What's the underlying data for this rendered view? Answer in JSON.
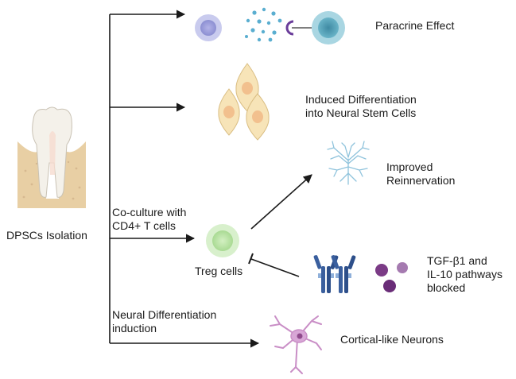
{
  "labels": {
    "dpscs_isolation": "DPSCs Isolation",
    "paracrine_effect": "Paracrine Effect",
    "induced_diff_line1": "Induced Differentiation",
    "induced_diff_line2": "into Neural Stem Cells",
    "improved_line1": "Improved",
    "improved_line2": "Reinnervation",
    "coculture_line1": "Co-culture with",
    "coculture_line2": "CD4+ T cells",
    "treg_cells": "Treg cells",
    "tgf_line1": "TGF-β1 and",
    "tgf_line2": "IL-10 pathways",
    "tgf_line3": "blocked",
    "neural_diff_line1": "Neural Differentiation",
    "neural_diff_line2": "induction",
    "cortical_neurons": "Cortical-like Neurons"
  },
  "colors": {
    "arrow": "#1a1a1a",
    "msc_cell": "#9fa4dc",
    "paracrine_dots": "#5aaed0",
    "receptor": "#6a3d9a",
    "target_cell": "#5e9fb3",
    "neural_stem": "#f5d9a0",
    "nerve_fiber": "#8fc3dc",
    "treg": "#b9e3a3",
    "antibody": "#3a5f9e",
    "cytokine": "#7b3b86",
    "neuron": "#c98ec6"
  },
  "icons": [
    "tooth-icon",
    "mesenchymal-cell-icon",
    "paracrine-vesicles-icon",
    "receptor-icon",
    "target-cell-icon",
    "neural-stem-cells-icon",
    "nerve-ending-icon",
    "treg-cell-icon",
    "antibody-icon",
    "cytokine-icon",
    "neuron-icon"
  ]
}
